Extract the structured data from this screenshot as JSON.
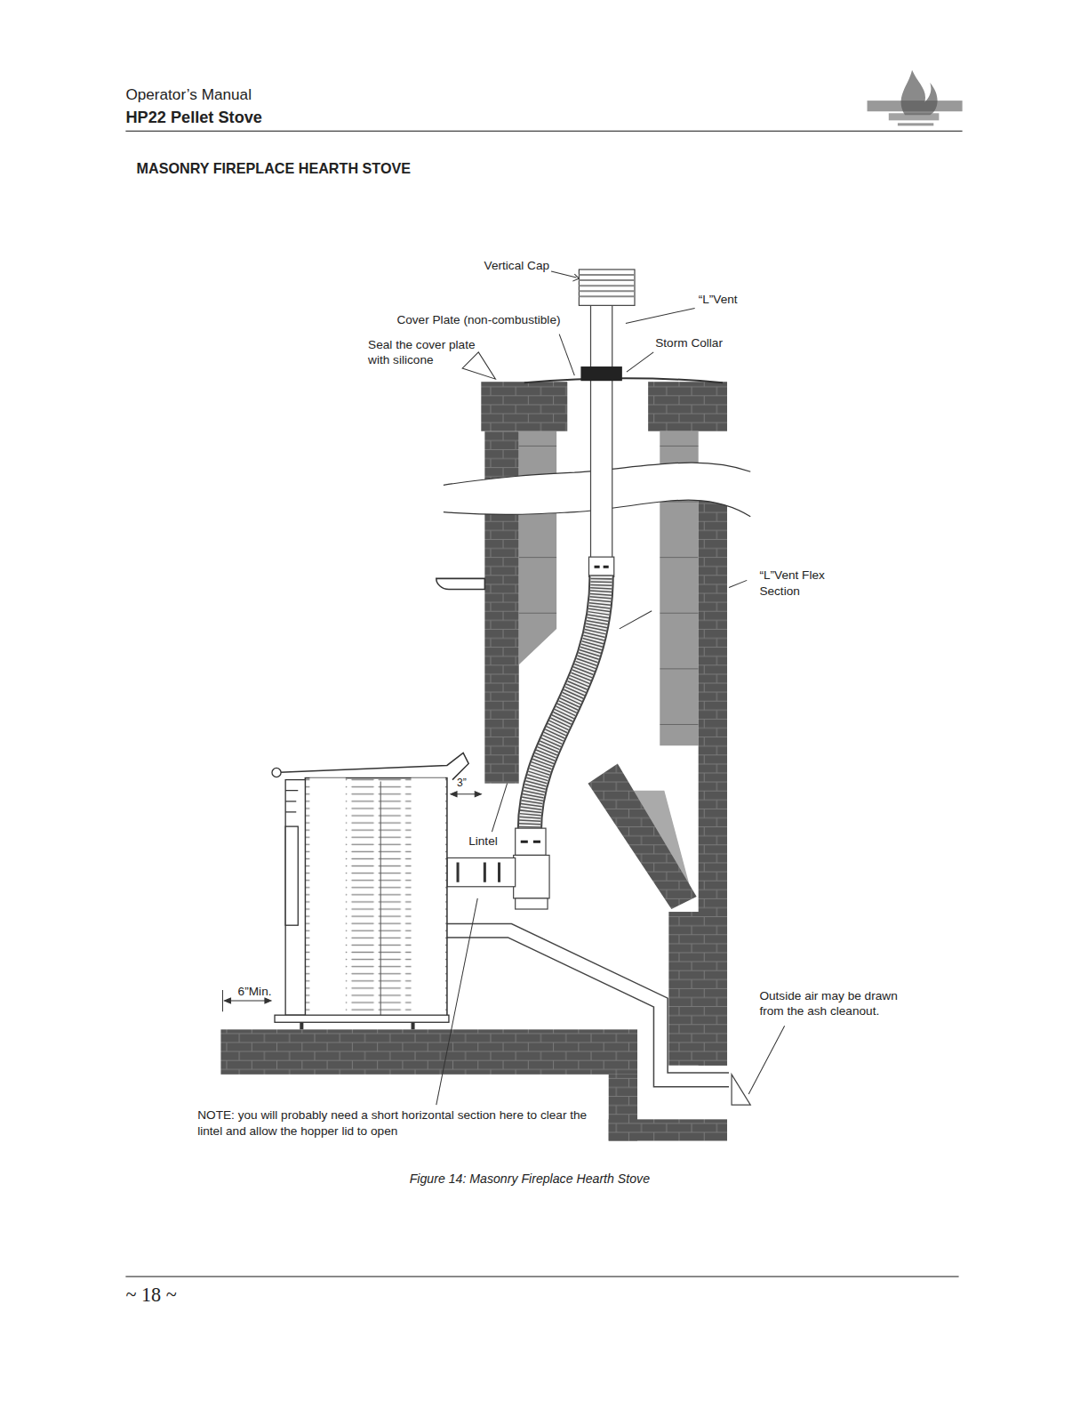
{
  "diagram": {
    "title": "MASONRY FIREPLACE HEARTH STOVE",
    "caption": "Figure 14:  Masonry Fireplace Hearth Stove",
    "labels": [
      "Operator’s Manual",
      "HP22 Pellet Stove",
      "Vertical Cap",
      "“L”Vent",
      "Cover Plate (non-combustible)",
      "Seal the cover plate with silicone",
      "Storm Collar",
      "“L”Vent Flex Section",
      "3”",
      "Lintel",
      "6”Min.",
      "Outside air may be drawn from the ash cleanout.",
      "NOTE: you will probably need a short horizontal section here to clear the lintel and allow the hopper lid to open",
      "~ 18 ~"
    ]
  }
}
